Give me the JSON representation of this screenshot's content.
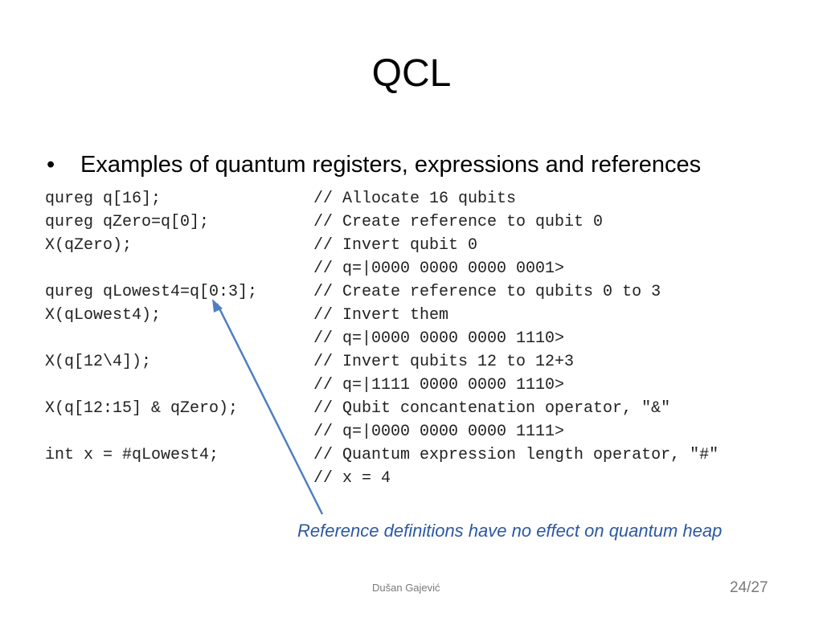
{
  "slide": {
    "title": "QCL",
    "bullet": "Examples of quantum registers, expressions and references",
    "code_lines": [
      {
        "stmt": "qureg q[16];",
        "comment": "// Allocate 16 qubits"
      },
      {
        "stmt": "qureg qZero=q[0];",
        "comment": "// Create reference to qubit 0"
      },
      {
        "stmt": "X(qZero);",
        "comment": "// Invert qubit 0"
      },
      {
        "stmt": "",
        "comment": "// q=|0000 0000 0000 0001>"
      },
      {
        "stmt": "qureg qLowest4=q[0:3];",
        "comment": "// Create reference to qubits 0 to 3"
      },
      {
        "stmt": "X(qLowest4);",
        "comment": "// Invert them"
      },
      {
        "stmt": "",
        "comment": "// q=|0000 0000 0000 1110>"
      },
      {
        "stmt": "X(q[12\\4]);",
        "comment": "// Invert qubits 12 to 12+3"
      },
      {
        "stmt": "",
        "comment": "// q=|1111 0000 0000 1110>"
      },
      {
        "stmt": "X(q[12:15] & qZero);",
        "comment": "// Qubit concantenation operator, \"&\""
      },
      {
        "stmt": "",
        "comment": "// q=|0000 0000 0000 1111>"
      },
      {
        "stmt": "int x = #qLowest4;",
        "comment": "// Quantum expression length operator, \"#\""
      },
      {
        "stmt": "",
        "comment": "// x = 4"
      }
    ],
    "annotation": "Reference definitions have no effect on quantum heap",
    "footer_author": "Dušan Gajević",
    "slide_number": "24/27",
    "colors": {
      "annotation": "#2c58a3",
      "arrow": "#4f7fc0",
      "footer": "#7a7a7a"
    }
  }
}
